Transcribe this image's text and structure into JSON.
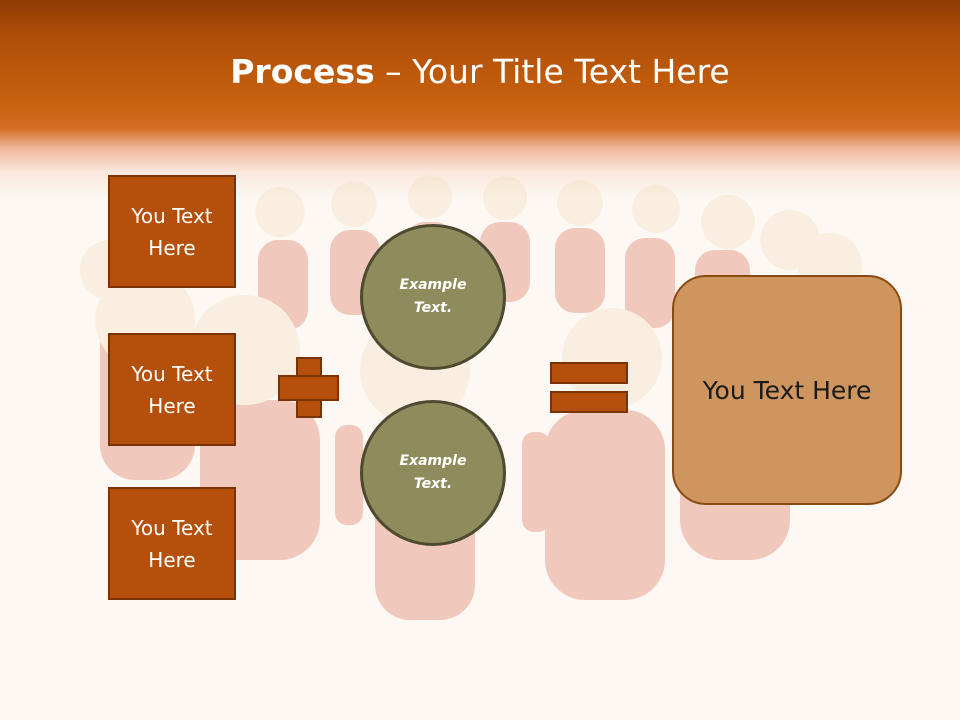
{
  "title": {
    "bold": "Process",
    "rest": " – Your Title Text Here"
  },
  "left_boxes": [
    "You Text Here",
    "You Text Here",
    "You Text Here"
  ],
  "circles": [
    "Example Text.",
    "Example Text."
  ],
  "result": "You Text Here",
  "colors": {
    "header": "#c9620e",
    "box_fill": "#b5500c",
    "circle_fill": "#8e8c5c",
    "result_fill": "#cf955f"
  }
}
